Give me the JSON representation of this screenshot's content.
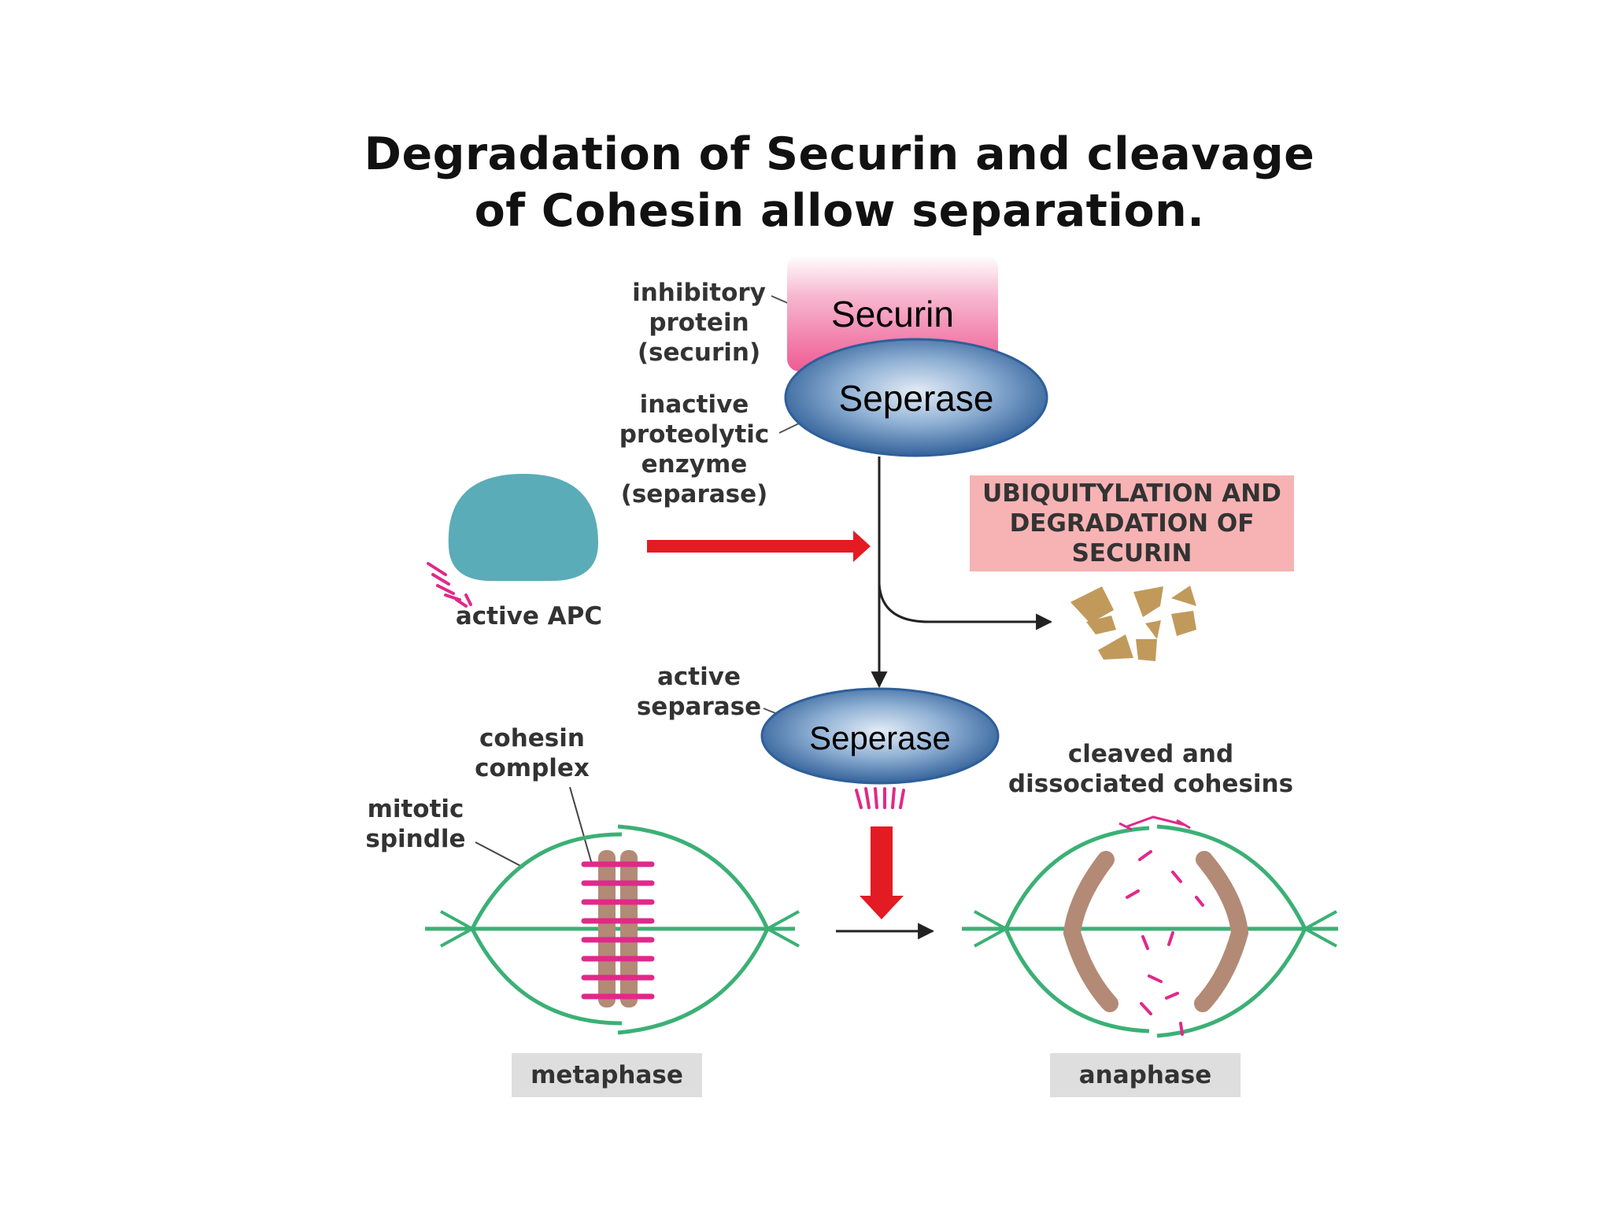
{
  "title": {
    "line1": "Degradation of Securin and cleavage",
    "line2": "of Cohesin allow separation."
  },
  "overlays": {
    "securin": "Securin",
    "separase_top": "Seperase",
    "separase_active": "Seperase"
  },
  "labels": {
    "inhibitory": [
      "inhibitory",
      "protein",
      "(securin)"
    ],
    "inactive": [
      "inactive",
      "proteolytic",
      "enzyme",
      "(separase)"
    ],
    "active_apc": "active APC",
    "ubiquitylation": [
      "UBIQUITYLATION AND",
      "DEGRADATION OF",
      "SECURIN"
    ],
    "active_separase": [
      "active",
      "separase"
    ],
    "cohesin_complex": [
      "cohesin",
      "complex"
    ],
    "mitotic_spindle": [
      "mitotic",
      "spindle"
    ],
    "cleaved": [
      "cleaved and",
      "dissociated cohesins"
    ],
    "metaphase": "metaphase",
    "anaphase": "anaphase"
  },
  "colors": {
    "securin_fill": "#f5a3c0",
    "separase_fill": "#2e5f9a",
    "apc_fill": "#5aacb8",
    "arrow_red": "#e31b23",
    "spindle_green": "#3bb075",
    "chromosome": "#b38a76",
    "cohesin_magenta": "#e0298a",
    "fragment": "#c19a5b",
    "label_box_pink": "#f7b3b3",
    "label_box_gray": "#dedede"
  }
}
